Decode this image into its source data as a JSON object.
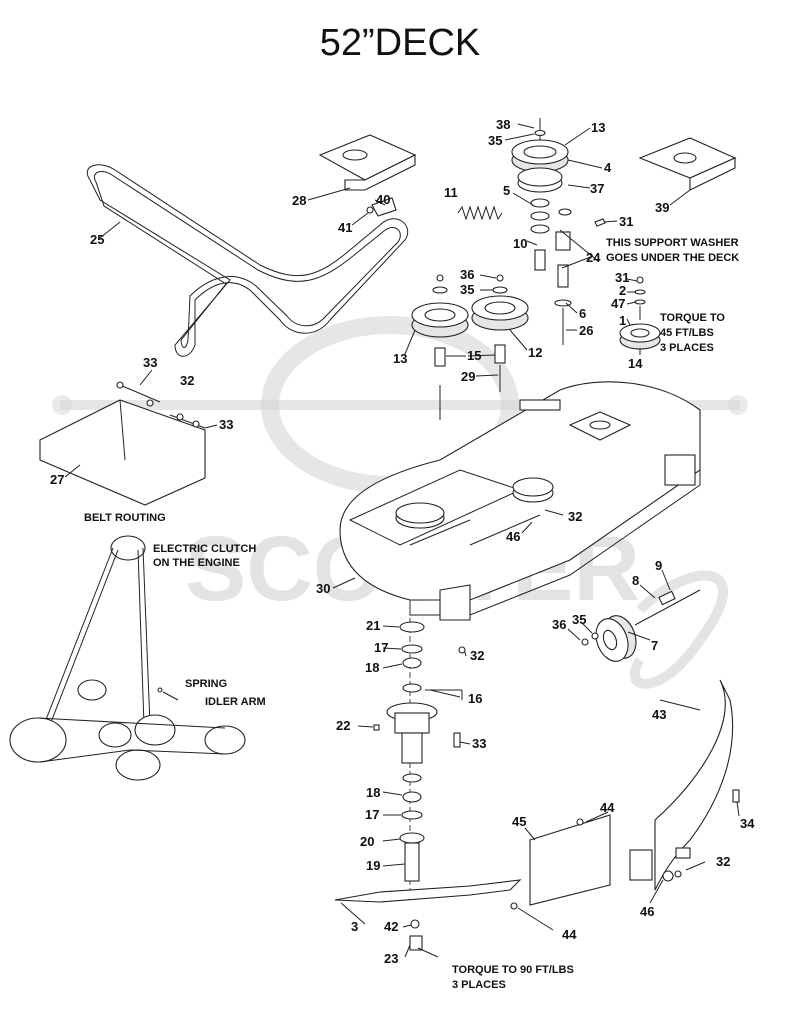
{
  "title": "52”DECK",
  "watermark": {
    "text": "SCOOTER",
    "logo": "Scooter Zip"
  },
  "notes": {
    "support_washer": [
      "THIS SUPPORT WASHER",
      "GOES UNDER THE DECK"
    ],
    "torque_45": [
      "TORQUE TO",
      "45 FT/LBS",
      "3 PLACES"
    ],
    "belt_routing": "BELT ROUTING",
    "electric_clutch": [
      "ELECTRIC CLUTCH",
      "ON THE ENGINE"
    ],
    "spring": "SPRING",
    "idler_arm": "IDLER ARM",
    "torque_90": [
      "TORQUE TO 90 FT/LBS",
      "3 PLACES"
    ]
  },
  "callouts": {
    "c38": "38",
    "c35a": "35",
    "c13a": "13",
    "c4": "4",
    "c37": "37",
    "c5": "5",
    "c28": "28",
    "c40": "40",
    "c41": "41",
    "c11": "11",
    "c39": "39",
    "c25": "25",
    "c31a": "31",
    "c10": "10",
    "c24": "24",
    "c31b": "31",
    "c2": "2",
    "c47": "47",
    "c1": "1",
    "c14": "14",
    "c36a": "36",
    "c35b": "35",
    "c6": "6",
    "c26": "26",
    "c12": "12",
    "c13b": "13",
    "c15": "15",
    "c29": "29",
    "c33a": "33",
    "c32a": "32",
    "c33b": "33",
    "c27": "27",
    "c32b": "32",
    "c46a": "46",
    "c30": "30",
    "c9": "9",
    "c8": "8",
    "c36b": "36",
    "c35c": "35",
    "c7": "7",
    "c21": "21",
    "c17a": "17",
    "c32c": "32",
    "c18a": "18",
    "c16": "16",
    "c22": "22",
    "c33c": "33",
    "c43": "43",
    "c18b": "18",
    "c17b": "17",
    "c20": "20",
    "c44a": "44",
    "c45": "45",
    "c34": "34",
    "c19": "19",
    "c32d": "32",
    "c46b": "46",
    "c3": "3",
    "c42": "42",
    "c44b": "44",
    "c23": "23"
  }
}
